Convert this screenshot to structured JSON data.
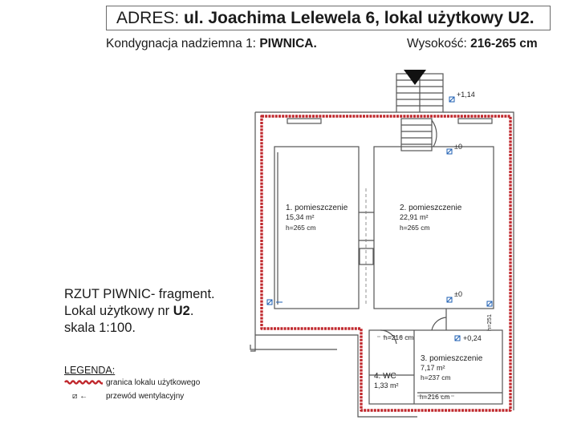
{
  "header": {
    "address_label": "ADRES: ",
    "address_value": "ul. Joachima Lelewela 6, lokal użytkowy U2.",
    "floor_label": "Kondygnacja nadziemna 1: ",
    "floor_value": "PIWNICA.",
    "height_label": "Wysokość: ",
    "height_value": "216-265 cm"
  },
  "plan_note": {
    "line1": "RZUT PIWNIC- fragment.",
    "line2_prefix": "Lokal użytkowy nr ",
    "line2_value": "U2",
    "line2_suffix": ".",
    "line3": "skala 1:100."
  },
  "legend": {
    "title": "LEGENDA:",
    "boundary_label": "granica lokalu użytkowego",
    "vent_symbol": "⧄ ←",
    "vent_label": "przewód wentylacyjny"
  },
  "rooms": {
    "r1": {
      "name": "1. pomieszczenie",
      "area": "15,34 m²",
      "height": "h=265 cm"
    },
    "r2": {
      "name": "2. pomieszczenie",
      "area": "22,91 m²",
      "height": "h=265 cm"
    },
    "r3": {
      "name": "3. pomieszczenie",
      "area": "7,17 m²",
      "height": "h=237 cm"
    },
    "r4": {
      "name": "4. WC",
      "area": "1,33 m²"
    }
  },
  "levels": {
    "stairs_top": "+1,14",
    "l1": "±0",
    "l2": "±0",
    "l3": "+0,24",
    "h_upper": "h=216 cm",
    "h_lower": "h=216 cm",
    "h_side": "h=251"
  },
  "colors": {
    "boundary": "#c0282d",
    "walls": "#555555",
    "vent": "#1e5fb3"
  }
}
